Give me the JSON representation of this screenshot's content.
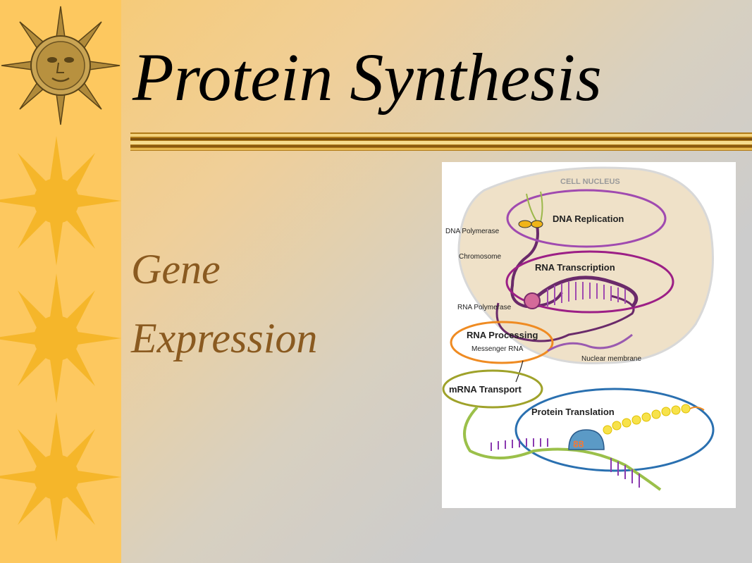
{
  "slide": {
    "title": "Protein Synthesis",
    "body_lines": [
      "Gene",
      "Expression"
    ]
  },
  "colors": {
    "background_warm": "#f8c96c",
    "background_gray": "#cccccc",
    "left_strip": "#fdc85f",
    "sun": "#f5b62a",
    "rule_gold": "#c8901e",
    "body_text": "#8a5a20"
  },
  "diagram": {
    "labels": {
      "cell_nucleus": "CELL NUCLEUS",
      "dna_polymerase": "DNA Polymerase",
      "dna_replication": "DNA Replication",
      "chromosome": "Chromosome",
      "rna_transcription": "RNA Transcription",
      "rna_polymerase": "RNA Polymerase",
      "rna_processing": "RNA Processing",
      "messenger_rna": "Messenger RNA",
      "nuclear_membrane": "Nuclear membrane",
      "mrna_transport": "mRNA Transport",
      "protein_translation": "Protein Translation"
    }
  }
}
